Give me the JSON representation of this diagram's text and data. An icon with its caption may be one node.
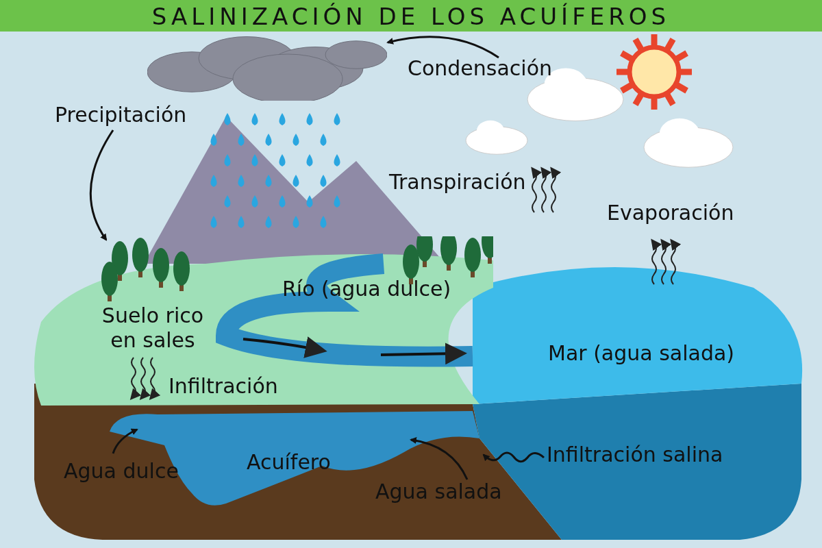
{
  "diagram": {
    "title": "SALINIZACIÓN DE LOS ACUÍFEROS",
    "nodes": [
      {
        "text": [],
        "shape": "cloud"
      },
      {
        "text": [
          "Condensación"
        ]
      },
      {
        "text": [
          "Precipitación"
        ]
      },
      {
        "text": [],
        "shape": "picture"
      },
      {
        "text": [
          "Acuífero"
        ]
      },
      {
        "text": [
          "Agua dulce"
        ]
      },
      {
        "text": [
          "Agua salada"
        ]
      },
      {
        "text": [
          "Infiltración salina"
        ]
      }
    ],
    "edges": [
      {
        "from": 1,
        "to": 0,
        "arrow": "to"
      },
      {
        "from": 2,
        "to": 3,
        "arrow": "to"
      },
      {
        "from": 5,
        "to": 4,
        "arrow": "to"
      },
      {
        "from": 6,
        "to": 4,
        "arrow": "to"
      },
      {
        "from": 7,
        "to": 4,
        "arrow": "to"
      }
    ],
    "labels": [
      "Transpiración",
      "Evaporación",
      "Río (agua dulce)",
      "Suelo rico en sales",
      "Mar (agua salada)",
      "Infiltración"
    ]
  }
}
